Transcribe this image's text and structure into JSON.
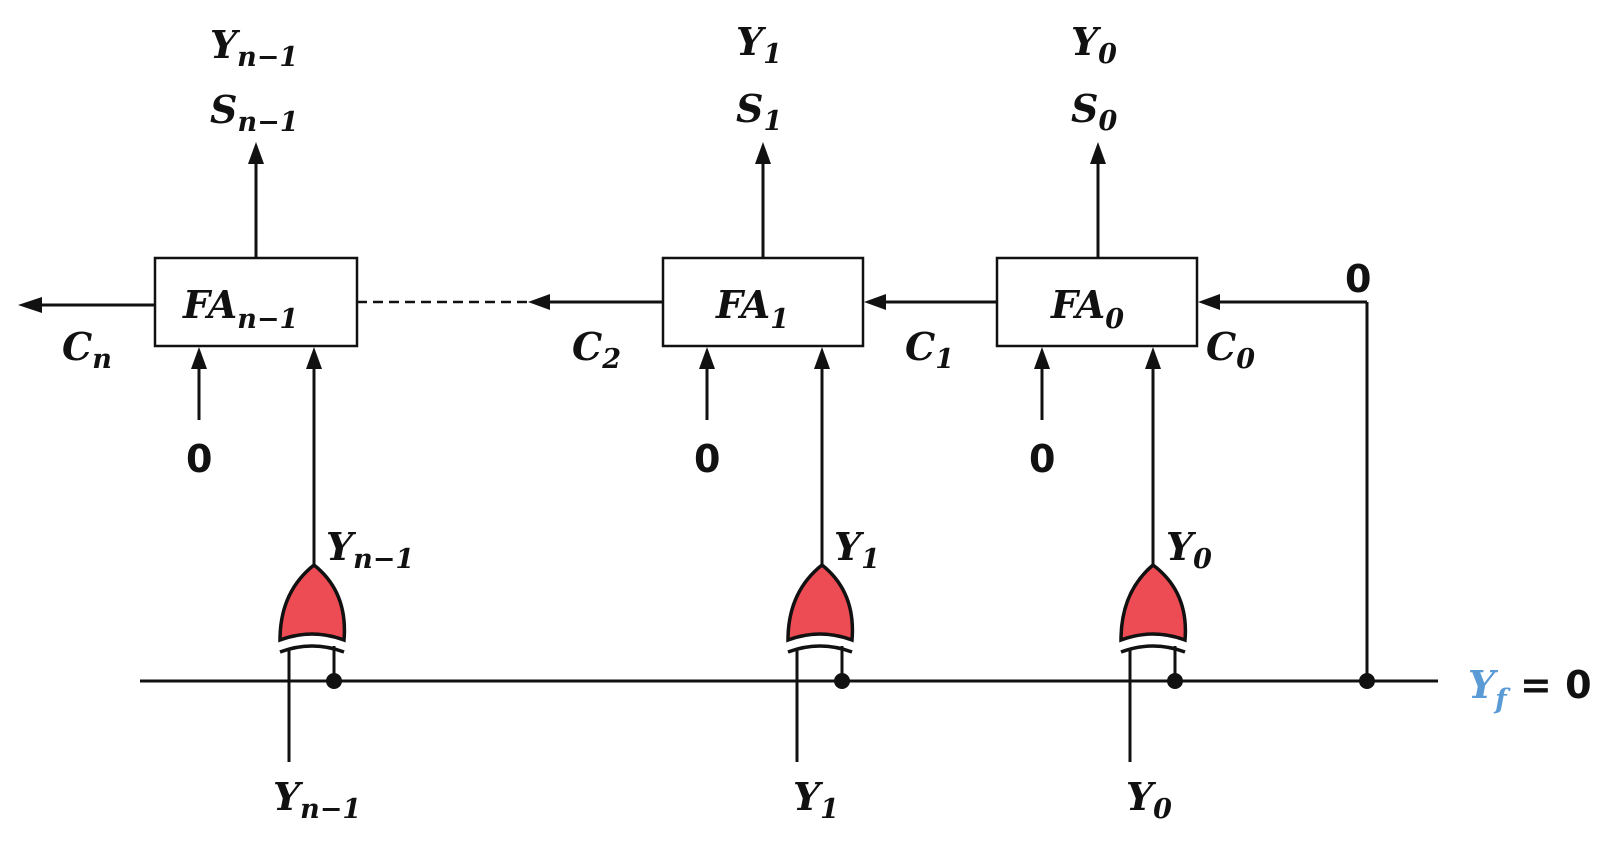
{
  "diagram": {
    "stages": [
      {
        "id": "n1",
        "fa_main": "FA",
        "fa_sub": "n−1",
        "out_y_main": "Y",
        "out_y_sub": "n−1",
        "out_s_main": "S",
        "out_s_sub": "n−1",
        "in_zero": "0",
        "xor_out_main": "Y",
        "xor_out_sub": "n−1",
        "xor_in_main": "Y",
        "xor_in_sub": "n−1"
      },
      {
        "id": "1",
        "fa_main": "FA",
        "fa_sub": "1",
        "out_y_main": "Y",
        "out_y_sub": "1",
        "out_s_main": "S",
        "out_s_sub": "1",
        "in_zero": "0",
        "xor_out_main": "Y",
        "xor_out_sub": "1",
        "xor_in_main": "Y",
        "xor_in_sub": "1"
      },
      {
        "id": "0",
        "fa_main": "FA",
        "fa_sub": "0",
        "out_y_main": "Y",
        "out_y_sub": "0",
        "out_s_main": "S",
        "out_s_sub": "0",
        "in_zero": "0",
        "xor_out_main": "Y",
        "xor_out_sub": "0",
        "xor_in_main": "Y",
        "xor_in_sub": "0"
      }
    ],
    "carries": {
      "cn": {
        "main": "C",
        "sub": "n"
      },
      "c2": {
        "main": "C",
        "sub": "2"
      },
      "c1": {
        "main": "C",
        "sub": "1"
      },
      "c0": {
        "main": "C",
        "sub": "0"
      }
    },
    "carry_in_value": "0",
    "control": {
      "main": "Y",
      "sub": "f",
      "equals": " = 0",
      "color": "#5b9bd5"
    },
    "colors": {
      "xor_gate": "#ee4c55",
      "line": "#111111"
    }
  }
}
